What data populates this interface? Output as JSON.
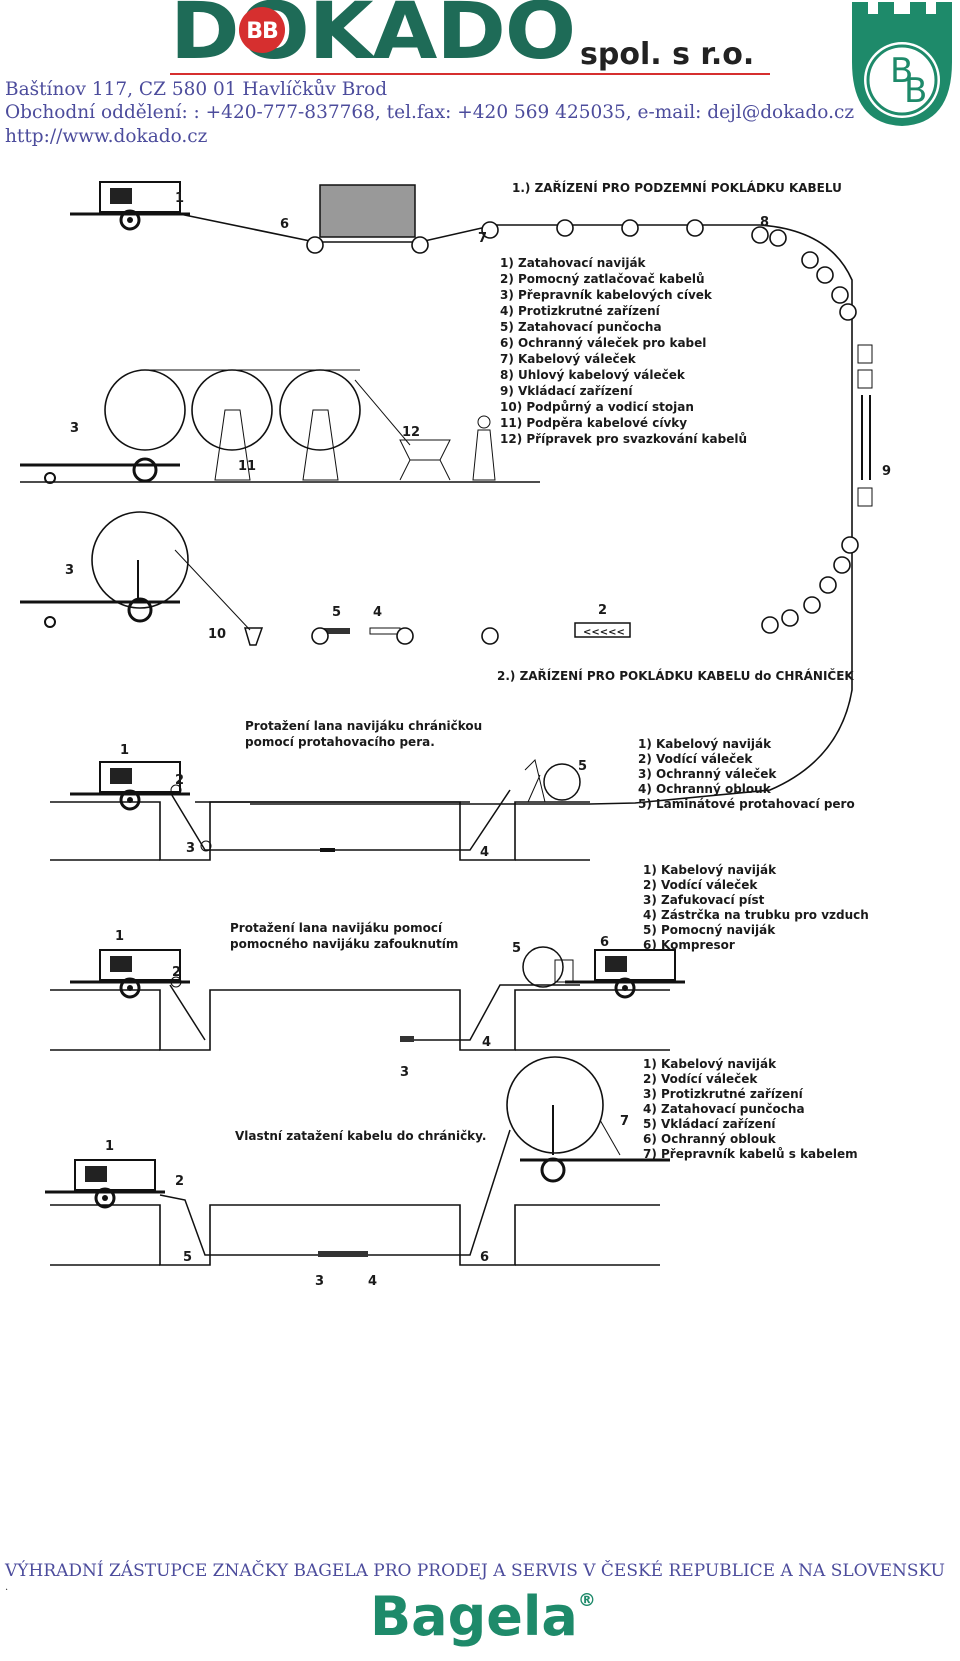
{
  "header": {
    "logo_main": "DOKADO",
    "logo_suffix": "spol. s r.o.",
    "address_line1": "Baštínov 117, CZ 580 01  Havlíčkův Brod",
    "address_line2": "Obchodní oddělení: : +420-777-837768, tel.fax: +420 569 425035, e-mail: dejl@dokado.cz",
    "address_line3": "http://www.dokado.cz",
    "colors": {
      "brand_green": "#1e6b57",
      "brand_red": "#d62f2f",
      "text_blue": "#4c4c9c",
      "bagela_green": "#1e8a6a"
    },
    "icons": [
      "castle-bb-icon",
      "bb-mark-icon"
    ]
  },
  "diagram1": {
    "title": "1.) ZAŘÍZENÍ PRO PODZEMNÍ POKLÁDKU KABELU",
    "subtitle": "2.) ZAŘÍZENÍ PRO POKLÁDKU KABELU do CHRÁNIČEK",
    "legend": [
      "1) Zatahovací naviják",
      "2) Pomocný zatlačovač kabelů",
      "3) Přepravník kabelových cívek",
      "4) Protizkrutné zařízení",
      "5) Zatahovací punčocha",
      "6) Ochranný váleček pro kabel",
      "7) Kabelový váleček",
      "8) Uhlový kabelový váleček",
      "9) Vkládací zařízení",
      "10) Podpůrný a vodicí stojan",
      "11) Podpěra kabelové cívky",
      "12) Přípravek pro svazkování kabelů"
    ],
    "callouts": [
      "1",
      "6",
      "7",
      "8",
      "9",
      "3",
      "11",
      "12",
      "3",
      "10",
      "5",
      "4",
      "2"
    ]
  },
  "diagram2": {
    "caption": [
      "Protažení lana navijáku chráničkou",
      "pomocí protahovacího pera."
    ],
    "legend": [
      "1) Kabelový naviják",
      "2) Vodící váleček",
      "3) Ochranný váleček",
      "4) Ochranný oblouk",
      "5) Laminátové protahovací pero"
    ],
    "callouts": [
      "1",
      "2",
      "3",
      "4",
      "5"
    ]
  },
  "diagram3": {
    "caption": [
      "Protažení lana navijáku pomocí",
      "pomocného navijáku zafouknutím"
    ],
    "legend": [
      "1) Kabelový naviják",
      "2) Vodící váleček",
      "3) Zafukovací píst",
      "4) Zástrčka na trubku pro vzduch",
      "5) Pomocný naviják",
      "6) Kompresor"
    ],
    "callouts": [
      "1",
      "2",
      "5",
      "6",
      "4",
      "3"
    ]
  },
  "diagram4": {
    "caption": [
      "Vlastní zatažení kabelu do chráničky."
    ],
    "legend": [
      "1) Kabelový naviják",
      "2) Vodící váleček",
      "3) Protizkrutné zařízení",
      "4) Zatahovací punčocha",
      "5) Vkládací zařízení",
      "6) Ochranný oblouk",
      "7) Přepravník kabelů s kabelem"
    ],
    "callouts": [
      "1",
      "2",
      "7",
      "5",
      "6",
      "3",
      "4"
    ]
  },
  "footer": {
    "text": "VÝHRADNÍ ZÁSTUPCE ZNAČKY BAGELA PRO PRODEJ A SERVIS V ČESKÉ REPUBLICE A NA SLOVENSKU",
    "dot": ".",
    "brand": "Bagela",
    "reg": "®"
  }
}
